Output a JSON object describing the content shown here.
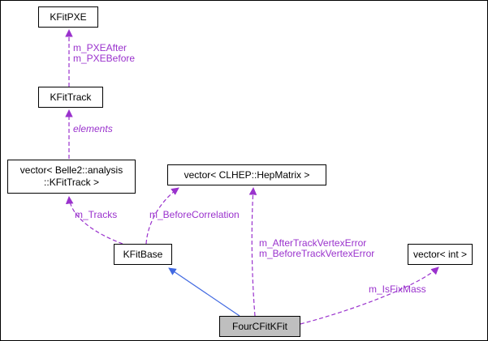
{
  "colors": {
    "background": "#ffffff",
    "node_fill": "#ffffff",
    "node_border": "#000000",
    "main_node_fill": "#bfbfbf",
    "usage_edge": "#9a32cd",
    "inheritance_edge": "#4169e1"
  },
  "nodes": {
    "kfitpxe": {
      "label": "KFitPXE"
    },
    "kfittrack": {
      "label": "KFitTrack"
    },
    "vector_kfittrack": {
      "label": "vector< Belle2::analysis\n::KFitTrack >"
    },
    "vector_hepmatrix": {
      "label": "vector< CLHEP::HepMatrix >"
    },
    "kfitbase": {
      "label": "KFitBase"
    },
    "vector_int": {
      "label": "vector< int >"
    },
    "fourcfitkfit": {
      "label": "FourCFitKFit"
    }
  },
  "edge_labels": {
    "pxe": "m_PXEAfter\nm_PXEBefore",
    "elements": "elements",
    "tracks": "m_Tracks",
    "before_correlation": "m_BeforeCorrelation",
    "track_vertex_error": "m_AfterTrackVertexError\nm_BeforeTrackVertexError",
    "is_fix_mass": "m_IsFixMass"
  }
}
